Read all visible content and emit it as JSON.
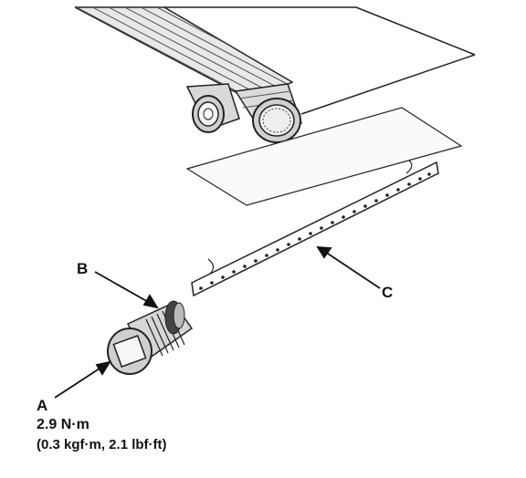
{
  "callouts": {
    "a": "A",
    "b": "B",
    "c": "C"
  },
  "torque_spec": {
    "line1": "2.9 N·m",
    "line2": "(0.3 kgf·m, 2.1 lbf·ft)"
  }
}
